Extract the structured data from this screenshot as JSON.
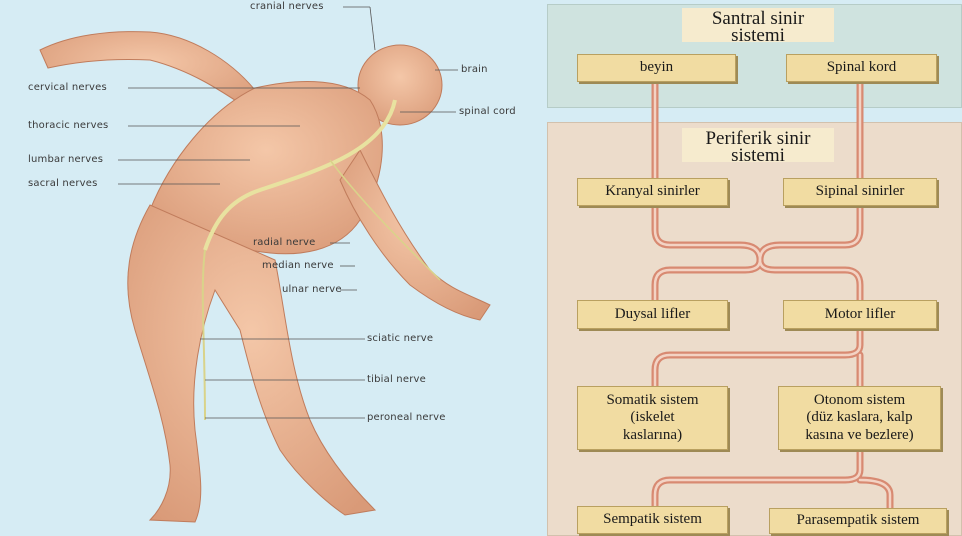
{
  "anatomy": {
    "labels": {
      "cranial": "cranial nerves",
      "brain": "brain",
      "cervical": "cervical nerves",
      "spinal_cord": "spinal cord",
      "thoracic": "thoracic nerves",
      "lumbar": "lumbar nerves",
      "sacral": "sacral nerves",
      "radial": "radial nerve",
      "median": "median nerve",
      "ulnar": "ulnar nerve",
      "sciatic": "sciatic nerve",
      "tibial": "tibial nerve",
      "peroneal": "peroneal nerve"
    }
  },
  "diagram": {
    "central": {
      "title_line1": "Santral sinir",
      "title_line2": "sistemi",
      "brain": "beyin",
      "spinal": "Spinal kord"
    },
    "peripheral": {
      "title_line1": "Periferik sinir",
      "title_line2": "sistemi"
    },
    "nodes": {
      "cranial": "Kranyal sinirler",
      "spinal": "Sipinal  sinirler",
      "sensory": "Duysal lifler",
      "motor": "Motor lifler",
      "somatic_line1": "Somatik sistem",
      "somatic_line2": "(iskelet",
      "somatic_line3": "kaslarına)",
      "autonomic_line1": "Otonom sistem",
      "autonomic_line2": "(düz kaslara, kalp",
      "autonomic_line3": "kasına ve bezlere)",
      "sympathetic": "Sempatik sistem",
      "parasympathetic": "Parasempatik sistem"
    },
    "colors": {
      "connector": "#d88a72",
      "connector_inner": "#f3d3c4",
      "box_fill": "#f1dca2",
      "central_panel": "#cfe3df",
      "peripheral_panel": "#ecdccb"
    }
  }
}
